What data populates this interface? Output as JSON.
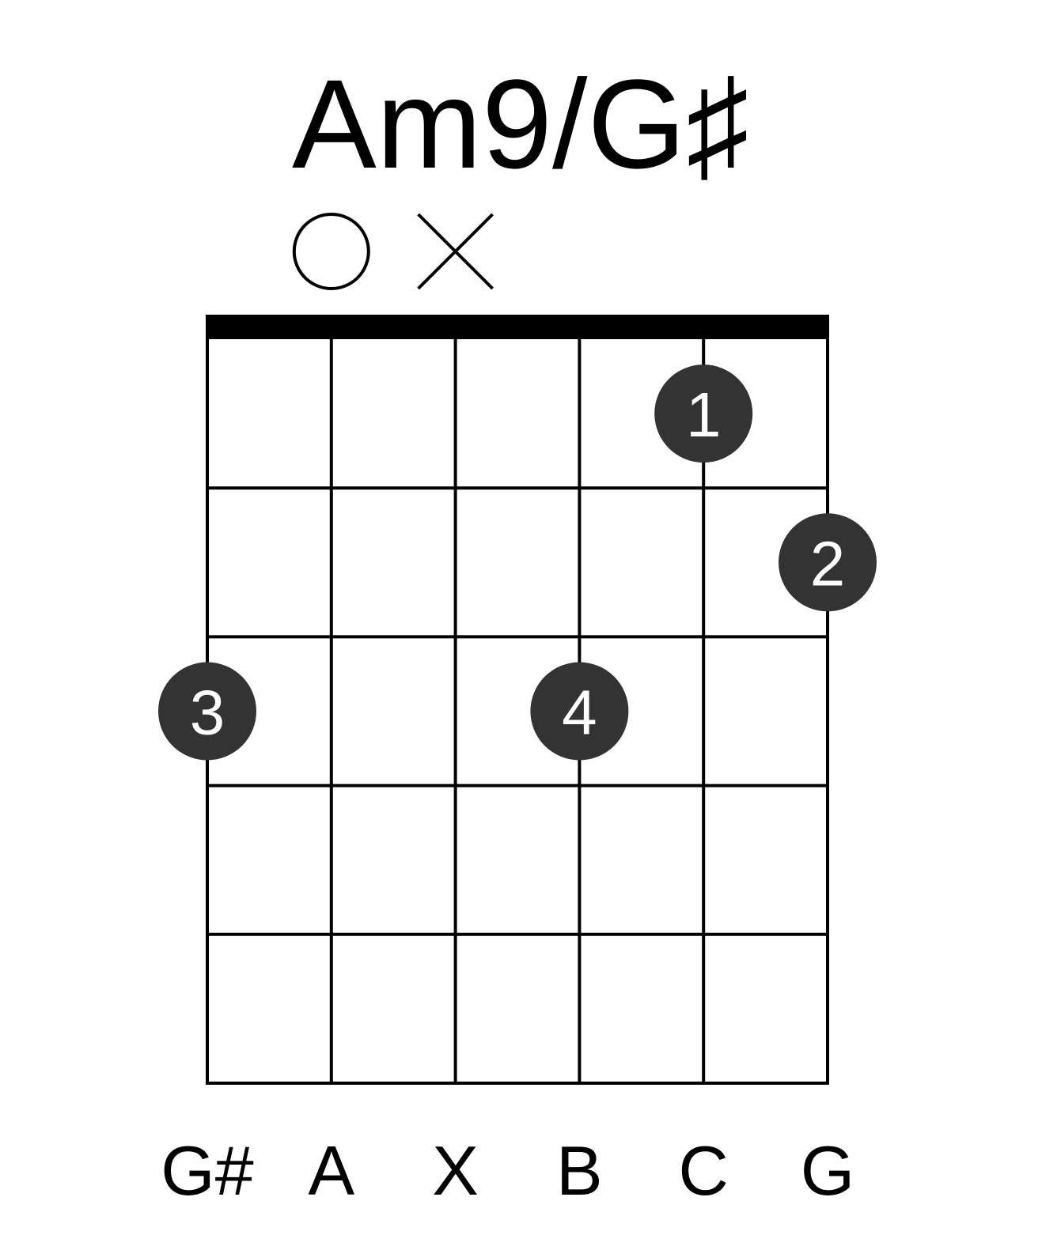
{
  "chord": {
    "name": "Am9/G♯"
  },
  "strings": [
    {
      "note": "G#",
      "marker": null,
      "fret": 3,
      "finger": "3"
    },
    {
      "note": "A",
      "marker": "open",
      "fret": 0,
      "finger": null
    },
    {
      "note": "X",
      "marker": "muted",
      "fret": null,
      "finger": null
    },
    {
      "note": "B",
      "marker": null,
      "fret": 3,
      "finger": "4"
    },
    {
      "note": "C",
      "marker": null,
      "fret": 1,
      "finger": "1"
    },
    {
      "note": "G",
      "marker": null,
      "fret": 2,
      "finger": "2"
    }
  ],
  "fret_count": 5,
  "colors": {
    "line": "#000000",
    "dot": "#333333",
    "dot_text": "#ffffff",
    "background": "#ffffff"
  }
}
